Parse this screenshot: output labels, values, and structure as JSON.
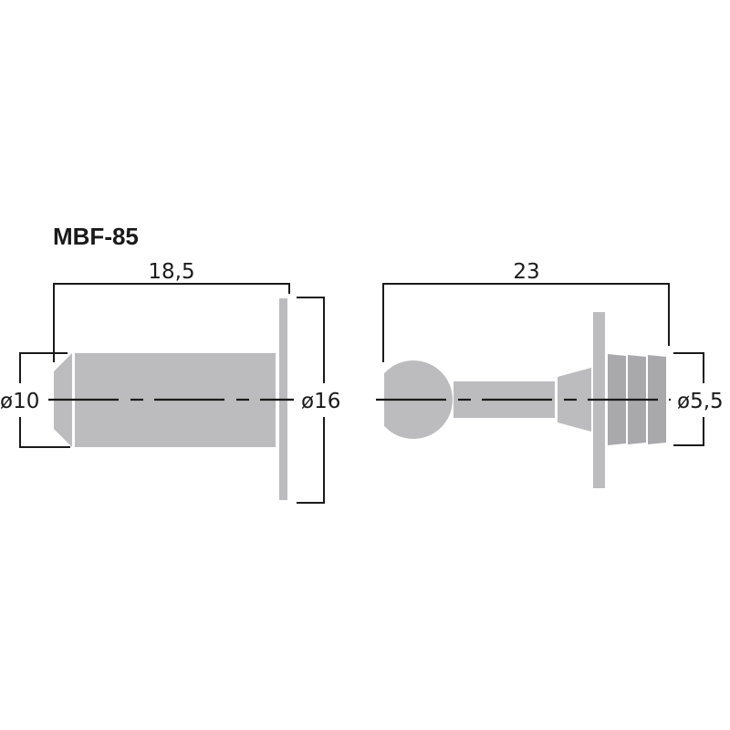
{
  "title": "MBF-85",
  "colors": {
    "part_fill": "#bcbcbe",
    "ring_fill": "#a9a9ab",
    "line": "#1a1a1a",
    "background": "#ffffff"
  },
  "left_view": {
    "name": "mounting-bushing",
    "length_label": "18,5",
    "diameter_left_label": "ø10",
    "diameter_right_label": "ø16"
  },
  "right_view": {
    "name": "mounting-pin",
    "length_label": "23",
    "diameter_label": "ø5,5"
  },
  "units_implied": "mm"
}
